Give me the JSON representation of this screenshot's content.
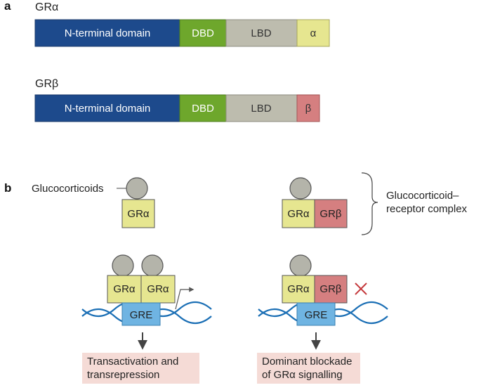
{
  "panel_a": {
    "letter": "a",
    "constructs": [
      {
        "title": "GRα",
        "segments": [
          {
            "label": "N-terminal domain",
            "color": "#1d4a8c"
          },
          {
            "label": "DBD",
            "color": "#6ea72c"
          },
          {
            "label": "LBD",
            "color": "#bdbcae"
          },
          {
            "label": "α",
            "color": "#e6e690"
          }
        ]
      },
      {
        "title": "GRβ",
        "segments": [
          {
            "label": "N-terminal domain",
            "color": "#1d4a8c"
          },
          {
            "label": "DBD",
            "color": "#6ea72c"
          },
          {
            "label": "LBD",
            "color": "#bdbcae"
          },
          {
            "label": "β",
            "color": "#d57f80"
          }
        ]
      }
    ]
  },
  "panel_b": {
    "letter": "b",
    "glucocorticoids_label": "Glucocorticoids",
    "complex_label_line1": "Glucocorticoid–",
    "complex_label_line2": "receptor complex",
    "gr_alpha": "GRα",
    "gr_beta": "GRβ",
    "gre": "GRE",
    "result_left_line1": "Transactivation and",
    "result_left_line2": "transrepression",
    "result_right_line1": "Dominant blockade",
    "result_right_line2": "of GRα signalling"
  },
  "colors": {
    "gr_alpha_fill": "#e6e690",
    "gr_beta_fill": "#d57f80",
    "ligand_fill": "#b4b4aa",
    "gre_fill": "#6fb4e2",
    "dna_strand": "#1b6fb5",
    "result_box": "#f5dbd6",
    "block_cross": "#c4373a",
    "arrow": "#444444"
  }
}
